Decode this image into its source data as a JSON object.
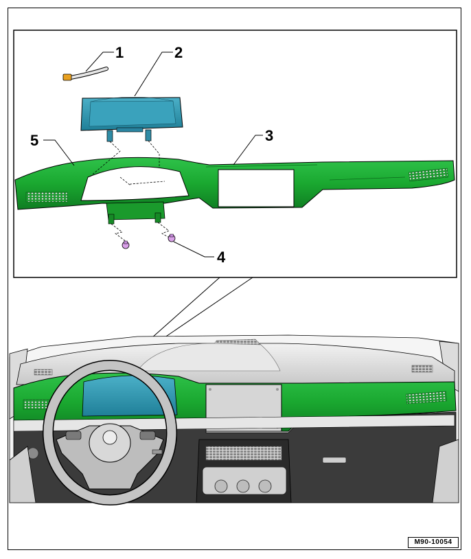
{
  "diagram": {
    "callouts": [
      {
        "id": "1",
        "label": "1"
      },
      {
        "id": "2",
        "label": "2"
      },
      {
        "id": "3",
        "label": "3"
      },
      {
        "id": "4",
        "label": "4"
      },
      {
        "id": "5",
        "label": "5"
      }
    ],
    "reference_code": "M90-10054",
    "colors": {
      "dash_panel": "#1aa830",
      "instrument_cluster": "#2f96b0",
      "screws": "#d9a0e8",
      "connector": "#e8a020",
      "display_panel": "#f4f4f4",
      "outline": "#000000"
    }
  }
}
